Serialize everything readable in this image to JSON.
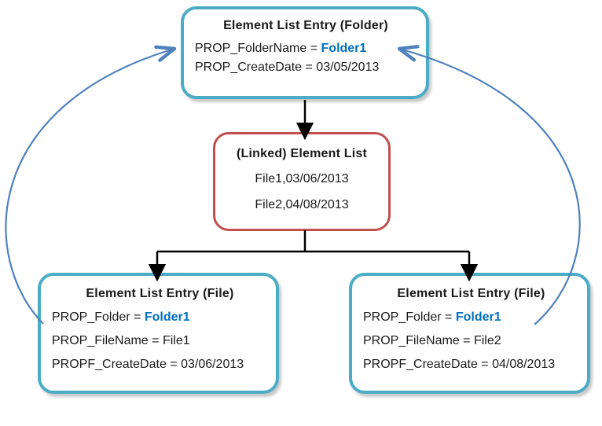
{
  "colors": {
    "node_teal": "#4BACC6",
    "node_red": "#C0504D",
    "reference_blue": "#4F81BD",
    "value_blue": "#0070C0",
    "connector_black": "#000000",
    "text": "#1a1a1a",
    "shadow": "#c9c9c9"
  },
  "boxes": {
    "folder_entry": {
      "title": "Element List Entry (Folder)",
      "folder_name_label": "PROP_FolderName = ",
      "folder_name_value": "Folder1",
      "create_date": "PROP_CreateDate = 03/05/2013"
    },
    "linked_list": {
      "title": "(Linked) Element List",
      "rows": [
        "File1,03/06/2013",
        "File2,04/08/2013"
      ]
    },
    "file_entry_1": {
      "title": "Element List Entry (File)",
      "folder_label": "PROP_Folder = ",
      "folder_value": "Folder1",
      "file_name": "PROP_FileName = File1",
      "create_date": "PROPF_CreateDate = 03/06/2013"
    },
    "file_entry_2": {
      "title": "Element List Entry (File)",
      "folder_label": "PROP_Folder = ",
      "folder_value": "Folder1",
      "file_name": "PROP_FileName = File2",
      "create_date": "PROPF_CreateDate = 04/08/2013"
    }
  }
}
